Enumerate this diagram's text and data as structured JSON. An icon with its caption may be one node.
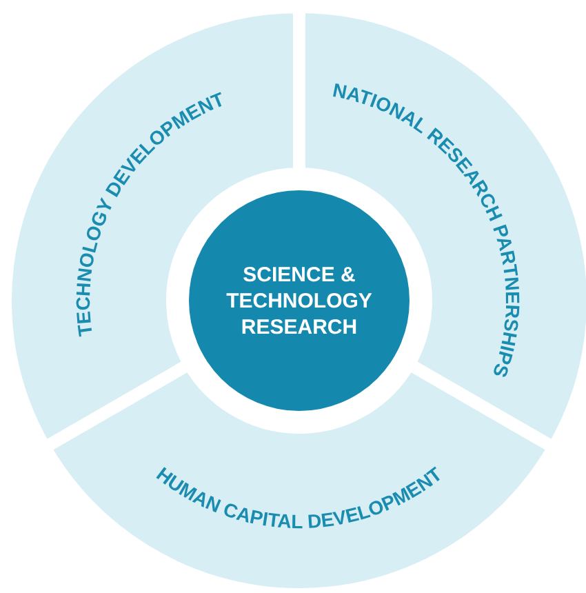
{
  "diagram": {
    "nodes": [
      {
        "text": [
          "TECHNOLOGY DEVELOPMENT"
        ]
      },
      {
        "text": [
          "NATIONAL RESEARCH PARTNERSHIPS"
        ]
      },
      {
        "text": [
          "SCIENCE & TECHNOLOGY RESEARCH"
        ]
      },
      {
        "text": [
          "HUMAN CAPITAL DEVELOPMENT"
        ]
      }
    ]
  }
}
